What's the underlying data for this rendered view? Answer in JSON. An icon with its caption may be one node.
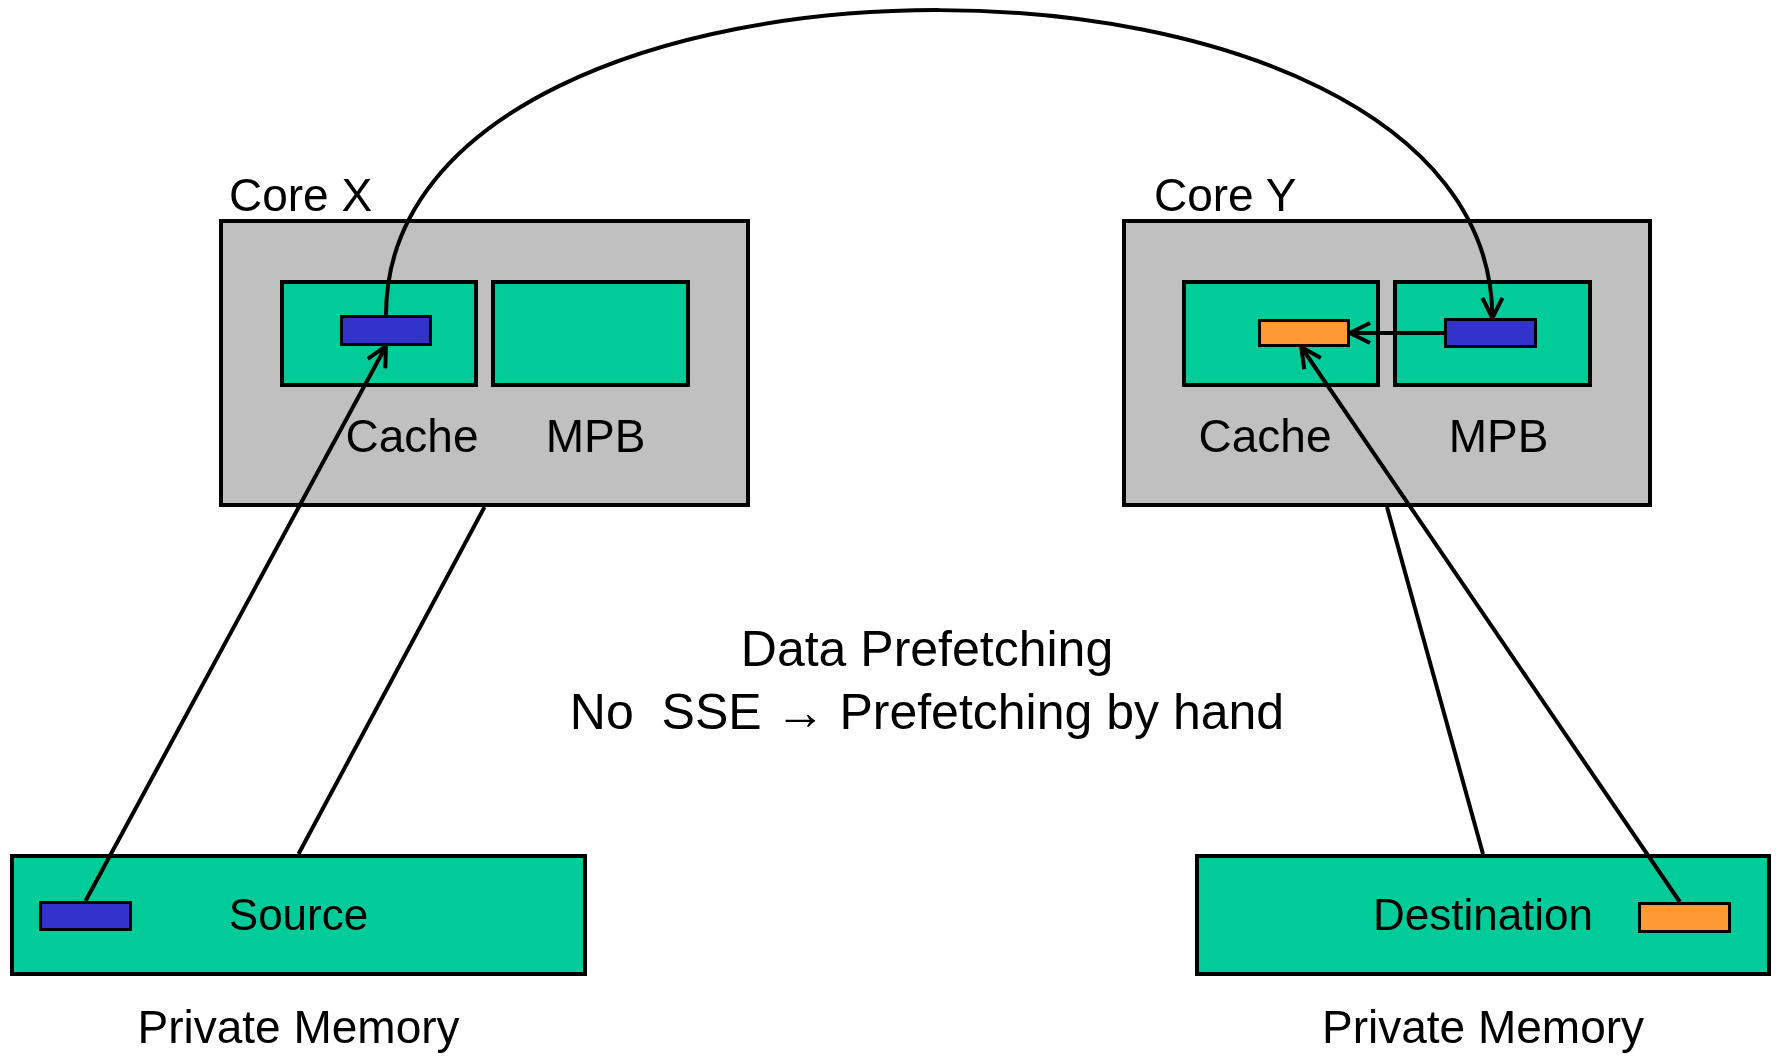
{
  "diagram": {
    "nodes": [
      {
        "text": [
          "Core X"
        ]
      },
      {
        "text": [
          "Cache"
        ],
        "in": 0
      },
      {
        "text": [],
        "shape": "bar",
        "in": 1
      },
      {
        "text": [
          "MPB"
        ],
        "in": 0
      },
      {
        "text": [
          "Core Y"
        ]
      },
      {
        "text": [
          "Cache"
        ],
        "in": 4
      },
      {
        "text": [],
        "shape": "bar",
        "in": 5
      },
      {
        "text": [
          "MPB"
        ],
        "in": 4
      },
      {
        "text": [],
        "shape": "bar",
        "in": 7
      },
      {
        "text": [
          "Source"
        ],
        "beside": [
          "Private Memory"
        ]
      },
      {
        "text": [],
        "shape": "bar",
        "in": 9
      },
      {
        "text": [
          "Destination"
        ],
        "beside": [
          "Private Memory"
        ]
      },
      {
        "text": [],
        "shape": "bar",
        "in": 11
      }
    ],
    "edges": [
      {
        "from": 10,
        "to": 2,
        "arrow": "to"
      },
      {
        "from": 0,
        "to": 9,
        "arrow": "none"
      },
      {
        "from": 2,
        "to": 8,
        "arrow": "to"
      },
      {
        "from": 8,
        "to": 6,
        "arrow": "to"
      },
      {
        "from": 12,
        "to": 6,
        "arrow": "to"
      },
      {
        "from": 4,
        "to": 11,
        "arrow": "none"
      }
    ],
    "labels": [
      "Data Prefetching",
      "No  SSE → Prefetching by hand"
    ]
  }
}
